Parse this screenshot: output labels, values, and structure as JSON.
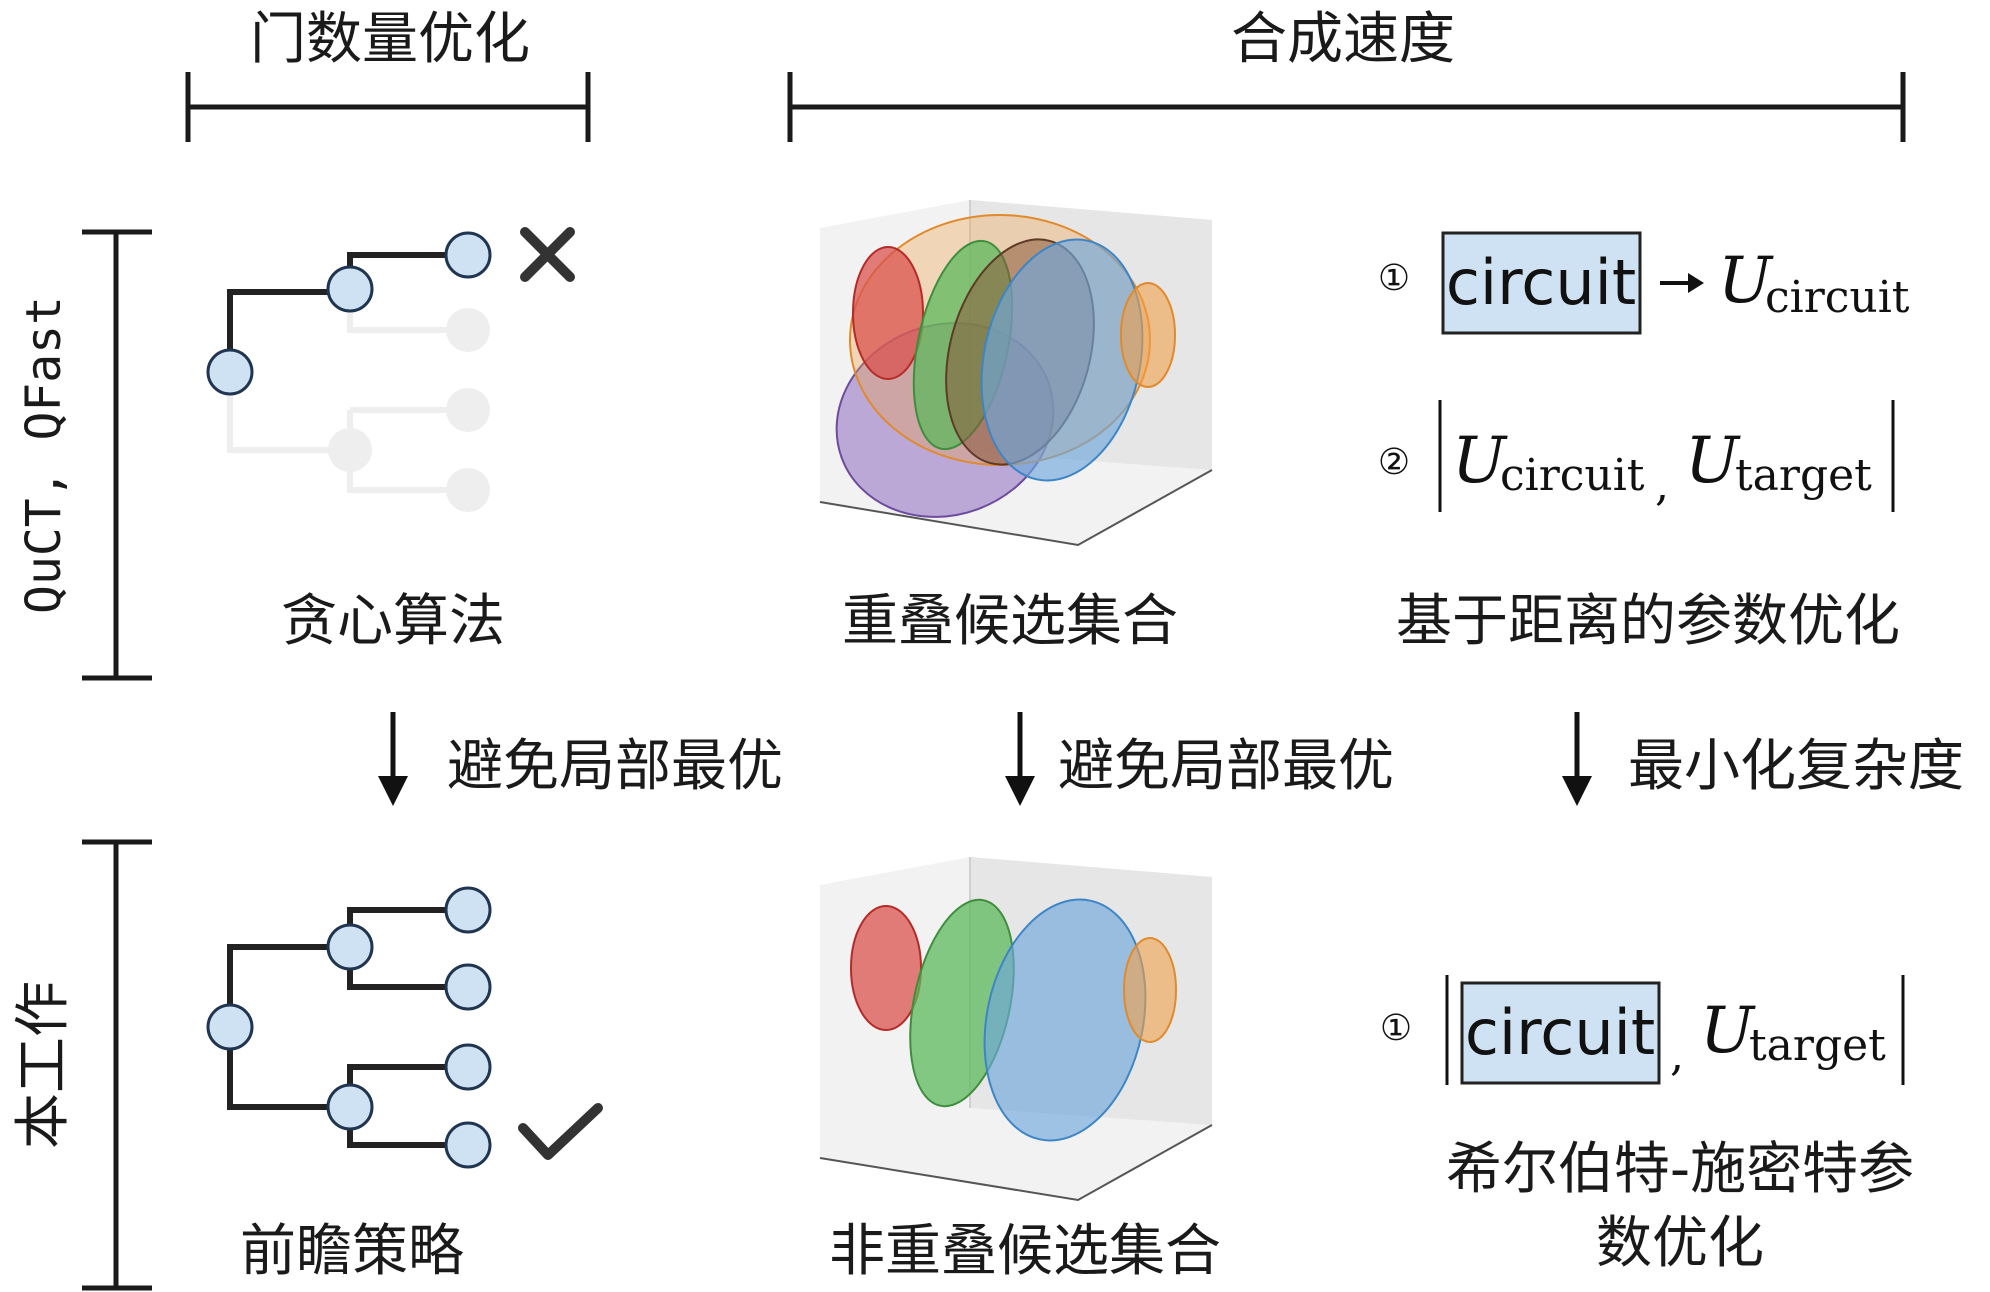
{
  "headers": {
    "gate_count": "门数量优化",
    "synthesis_speed": "合成速度"
  },
  "row_labels": {
    "prior_work": "QuCT, QFast",
    "this_work": "本工作"
  },
  "top_row": {
    "greedy_label": "贪心算法",
    "overlap_label": "重叠候选集合",
    "distance_label": "基于距离的参数优化",
    "step1_num": "①",
    "step2_num": "②",
    "circuit_box": "circuit",
    "u_symbol": "U",
    "sub_circuit": "circuit",
    "sub_target": "target",
    "comma": ","
  },
  "arrows": {
    "a1": "避免局部最优",
    "a2": "避免局部最优",
    "a3": "最小化复杂度"
  },
  "bottom_row": {
    "lookahead_label": "前瞻策略",
    "nonoverlap_label": "非重叠候选集合",
    "hs_label_line1": "希尔伯特-施密特参",
    "hs_label_line2": "数优化",
    "step1_num": "①",
    "circuit_box": "circuit",
    "u_symbol": "U",
    "sub_target": "target",
    "comma": ","
  },
  "icons": {
    "reject": "cross-icon",
    "accept": "check-icon"
  },
  "colors": {
    "node_fill": "#cfe2f3",
    "node_stroke": "#1f3550",
    "faded": "#eeeeee",
    "box_fill": "#cfe2f3",
    "red": "#d9534f",
    "orange": "#f0a04b",
    "green": "#5cb85c",
    "blue": "#6fa8dc",
    "purple": "#8e6bbf",
    "brown": "#8b5a3c"
  }
}
